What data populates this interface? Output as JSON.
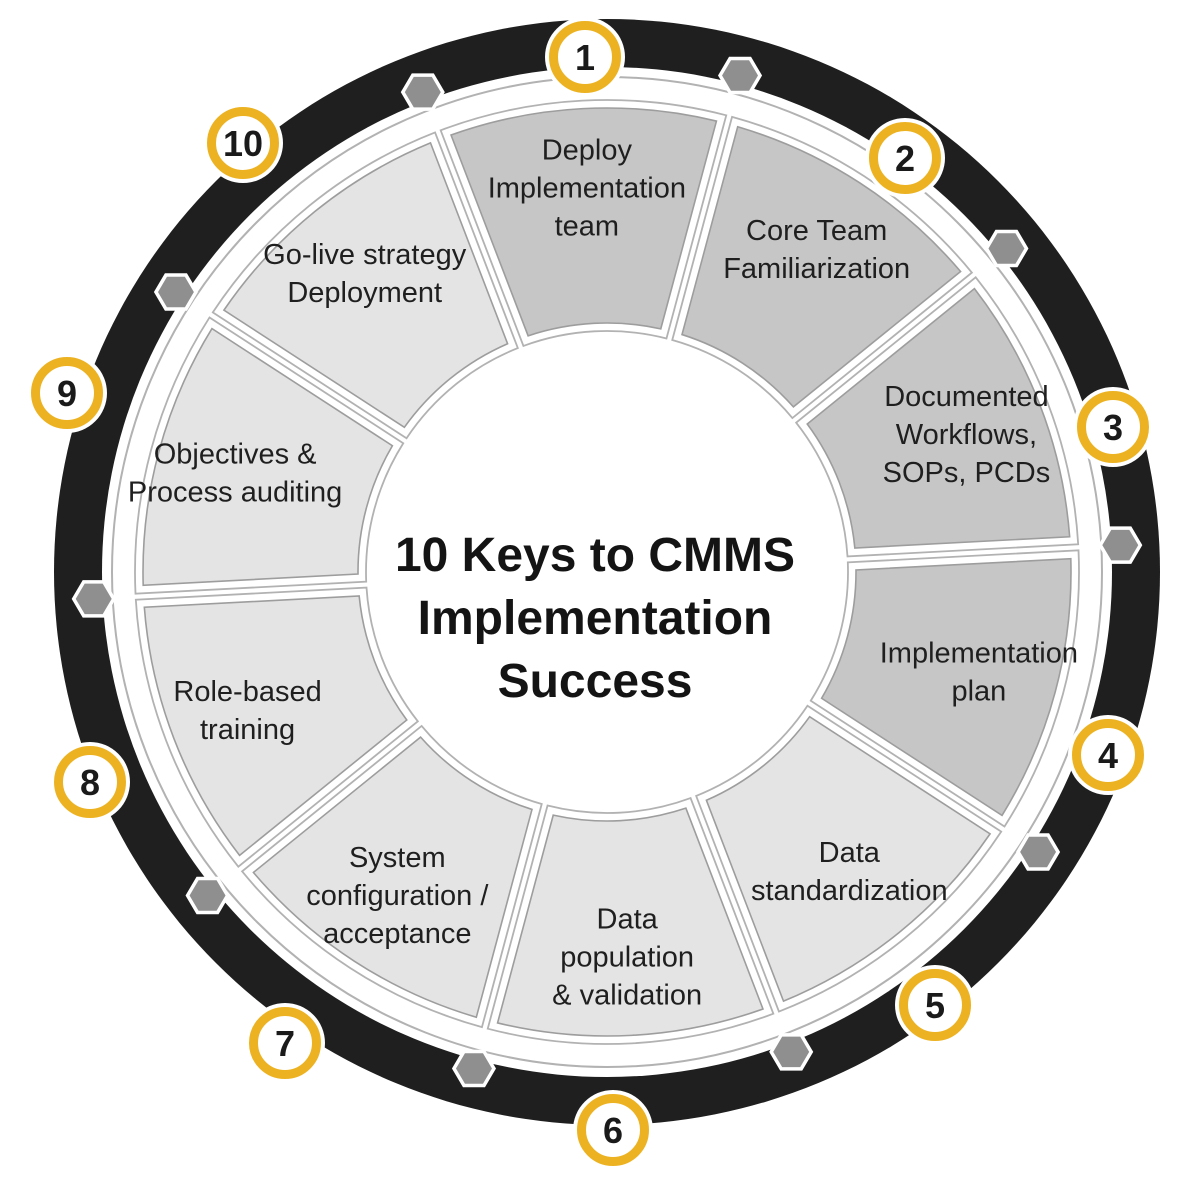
{
  "diagram": {
    "title": "10 Keys to CMMS Implementation Success",
    "title_lines": [
      "10 Keys to CMMS",
      "Implementation",
      "Success"
    ],
    "segments": [
      {
        "number": "1",
        "label": "Deploy Implementation team",
        "lines": [
          "Deploy",
          "Implementation",
          "team"
        ],
        "tone": "dark"
      },
      {
        "number": "2",
        "label": "Core Team Familiarization",
        "lines": [
          "Core Team",
          "Familiarization"
        ],
        "tone": "dark"
      },
      {
        "number": "3",
        "label": "Documented Workflows, SOPs, PCDs",
        "lines": [
          "Documented",
          "Workflows,",
          "SOPs, PCDs"
        ],
        "tone": "dark"
      },
      {
        "number": "4",
        "label": "Implementation plan",
        "lines": [
          "Implementation",
          "plan"
        ],
        "tone": "dark"
      },
      {
        "number": "5",
        "label": "Data standardization",
        "lines": [
          "Data",
          "standardization"
        ],
        "tone": "light"
      },
      {
        "number": "6",
        "label": "Data population & validation",
        "lines": [
          "Data",
          "population",
          "& validation"
        ],
        "tone": "light"
      },
      {
        "number": "7",
        "label": "System configuration / acceptance",
        "lines": [
          "System",
          "configuration /",
          "acceptance"
        ],
        "tone": "light"
      },
      {
        "number": "8",
        "label": "Role-based training",
        "lines": [
          "Role-based",
          "training"
        ],
        "tone": "light"
      },
      {
        "number": "9",
        "label": "Objectives & Process auditing",
        "lines": [
          "Objectives &",
          "Process auditing"
        ],
        "tone": "light"
      },
      {
        "number": "10",
        "label": "Go-live strategy Deployment",
        "lines": [
          "Go-live strategy",
          "Deployment"
        ],
        "tone": "light"
      }
    ],
    "colors": {
      "outer_ring": "#1f1f1f",
      "dark_wedge": "#c6c6c6",
      "light_wedge": "#e4e4e4",
      "wedge_outline": "#9d9d9d",
      "frame_outline": "#b2b2b2",
      "hexagon": "#8f8f8f",
      "badge_ring": "#ecb221",
      "badge_fill": "#ffffff",
      "text": "#1f1f1f",
      "background": "#ffffff"
    }
  }
}
